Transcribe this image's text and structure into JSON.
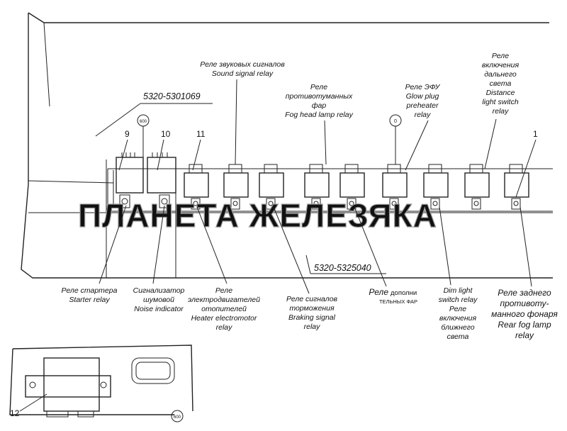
{
  "part_numbers": {
    "top": "5320-5301069",
    "middle": "5320-5325040"
  },
  "circle_labels": {
    "c1": "600",
    "c2": "0",
    "c3": "600"
  },
  "position_numbers": {
    "p9": "9",
    "p10": "10",
    "p11": "11",
    "p1": "1",
    "p12": "12"
  },
  "watermark": "ПЛАНЕТА ЖЕЛЕЗЯКА",
  "top_labels": {
    "sound": [
      "Реле звуковых сигналов",
      "Sound signal relay"
    ],
    "fog": [
      "Реле",
      "противотуманных",
      "фар",
      "Fog head lamp relay"
    ],
    "glow": [
      "Реле ЭФУ",
      "Glow plug",
      "preheater",
      "relay"
    ],
    "distance": [
      "Реле",
      "включения",
      "дальнего",
      "света",
      "Distance",
      "light switch",
      "relay"
    ]
  },
  "bottom_labels": {
    "starter": [
      "Реле стартера",
      "Starter relay"
    ],
    "noise": [
      "Сигнализатор",
      "шумовой",
      "Noise indicator"
    ],
    "heater": [
      "Реле",
      "электродвигателей",
      "отопителей",
      "Heater electromotor",
      "relay"
    ],
    "braking": [
      "Реле сигналов",
      "торможения",
      "Braking signal",
      "relay"
    ],
    "extra_main": "Реле",
    "extra_small_1": "дополни",
    "extra_small_2": "ТЕЛЬНЫХ ФАР",
    "dim": [
      "Dim light",
      "switch relay",
      "Реле",
      "включения",
      "ближнего",
      "света"
    ],
    "rearfog": [
      "Реле заднего",
      "противоту-",
      "манного фонаря",
      "Rear fog lamp",
      "relay"
    ]
  }
}
